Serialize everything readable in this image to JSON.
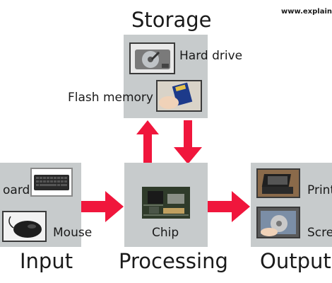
{
  "credit": "www.explaintha",
  "storage": {
    "title": "Storage",
    "items": [
      {
        "label": "Hard drive",
        "icon": "hard-drive-icon"
      },
      {
        "label": "Flash memory",
        "icon": "flash-memory-icon"
      }
    ]
  },
  "input": {
    "title": "Input",
    "items": [
      {
        "label": "oard",
        "icon": "keyboard-icon"
      },
      {
        "label": "Mouse",
        "icon": "mouse-icon"
      }
    ]
  },
  "processing": {
    "title": "Processing",
    "items": [
      {
        "label": "Chip",
        "icon": "chip-icon"
      }
    ]
  },
  "output": {
    "title": "Output",
    "items": [
      {
        "label": "Print",
        "icon": "printer-icon"
      },
      {
        "label": "Scre",
        "icon": "screen-icon"
      }
    ]
  },
  "colors": {
    "arrow": "#f0163c",
    "box": "#c7cbcc"
  }
}
